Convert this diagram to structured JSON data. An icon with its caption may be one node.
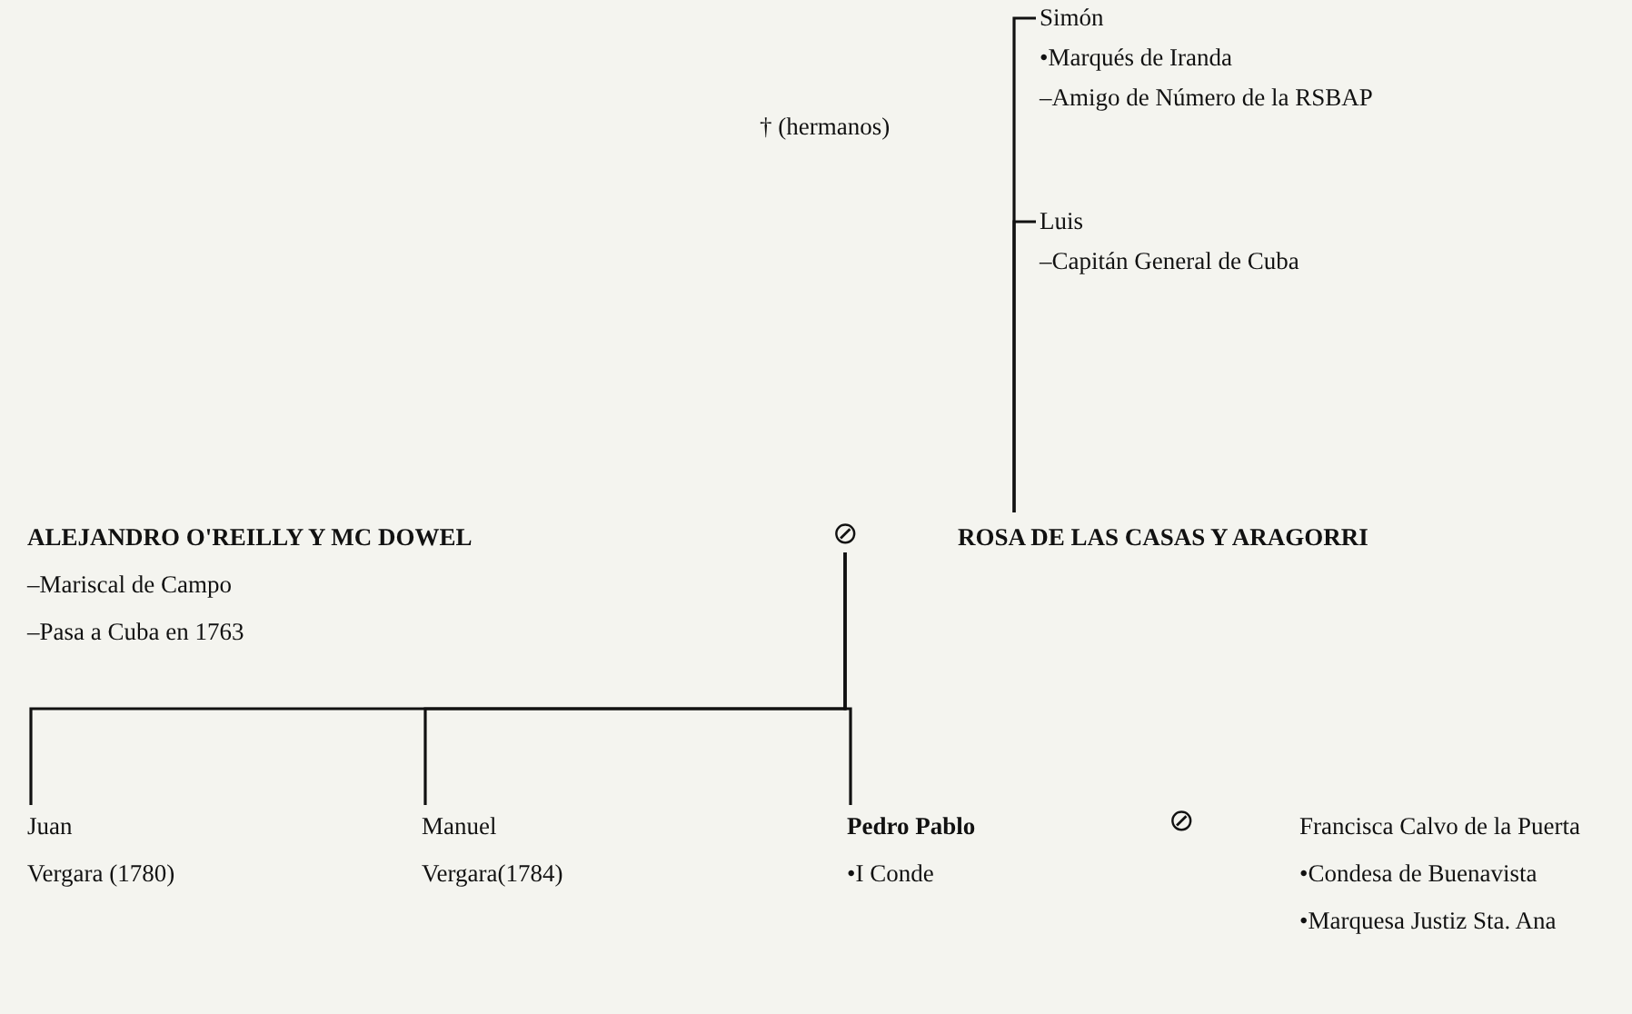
{
  "diagram": {
    "nodes": [
      {
        "text": [
          "Simón",
          "•Marqués de Iranda",
          "–Amigo de Número de la RSBAP"
        ]
      },
      {
        "text": [
          "Luis",
          "–Capitán General de Cuba"
        ]
      },
      {
        "text": [
          "ALEJANDRO O'REILLY Y MC DOWEL",
          "–Mariscal de Campo",
          "–Pasa a Cuba en 1763"
        ]
      },
      {
        "text": [
          "⊘"
        ]
      },
      {
        "text": [
          "ROSA DE LAS CASAS Y ARAGORRI"
        ]
      },
      {
        "text": [
          "Juan",
          "Vergara (1780)"
        ]
      },
      {
        "text": [
          "Manuel",
          "Vergara(1784)"
        ]
      },
      {
        "text": [
          "Pedro Pablo",
          "•I Conde"
        ]
      },
      {
        "text": [
          "⊘"
        ]
      },
      {
        "text": [
          "Francisca Calvo de la Puerta",
          "•Condesa de Buenavista",
          "•Marquesa Justiz Sta. Ana"
        ]
      }
    ],
    "edges": [
      {
        "from": 4,
        "to": 0,
        "arrow": "none"
      },
      {
        "from": 4,
        "to": 1,
        "arrow": "none"
      },
      {
        "from": 3,
        "to": 5,
        "arrow": "none"
      },
      {
        "from": 3,
        "to": 6,
        "arrow": "none"
      },
      {
        "from": 3,
        "to": 7,
        "arrow": "none"
      }
    ],
    "labels": [
      "† (hermanos)"
    ]
  }
}
